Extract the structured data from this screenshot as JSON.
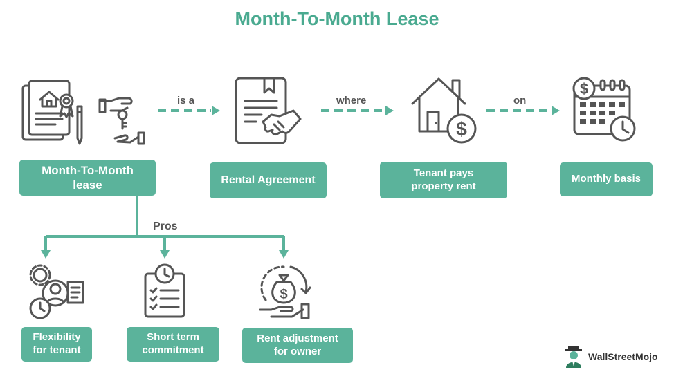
{
  "title": "Month-To-Month Lease",
  "connectors": {
    "is_a": "is a",
    "where": "where",
    "on": "on",
    "pros": "Pros"
  },
  "boxes": {
    "lease": "Month-To-Month lease",
    "rental_agreement": "Rental Agreement",
    "tenant_pays": "Tenant pays property rent",
    "monthly_basis": "Monthly basis",
    "flexibility": "Flexibility for tenant",
    "short_term": "Short term commitment",
    "rent_adjustment": "Rent adjustment for owner"
  },
  "brand": "WallStreetMojo",
  "colors": {
    "accent": "#5bb39b",
    "title": "#4aaa90",
    "icon": "#555555"
  }
}
